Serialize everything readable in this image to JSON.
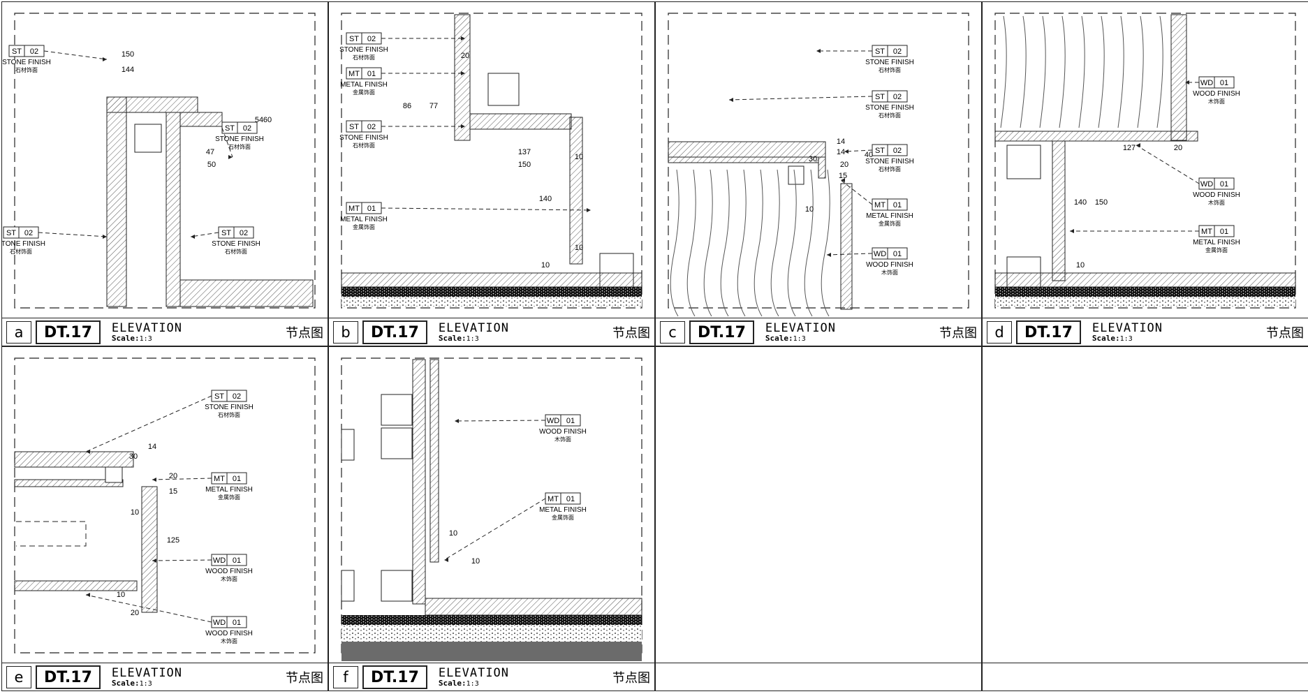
{
  "sheet": {
    "title_text": "ELEVATION",
    "scale_label": "Scale:",
    "scale_value": "1:3",
    "drawing_code": "DT.17",
    "cn_label": "节点图"
  },
  "panels": [
    {
      "id": "a",
      "letter": "a",
      "code": "DT.17",
      "title": "ELEVATION",
      "scale_label": "Scale:",
      "scale": "1:3",
      "cn": "节点图",
      "tags": [
        {
          "code": "ST",
          "num": "02",
          "text": "STONE FINISH",
          "cn": "石材饰面"
        },
        {
          "code": "ST",
          "num": "02",
          "text": "STONE FINISH",
          "cn": "石材饰面"
        },
        {
          "code": "ST",
          "num": "02",
          "text": "STONE FINISH",
          "cn": "石材饰面"
        },
        {
          "code": "ST",
          "num": "02",
          "text": "STONE FINISH",
          "cn": "石材饰面"
        }
      ],
      "dims": [
        "150",
        "144",
        "54",
        "60",
        "47",
        "50"
      ]
    },
    {
      "id": "b",
      "letter": "b",
      "code": "DT.17",
      "title": "ELEVATION",
      "scale_label": "Scale:",
      "scale": "1:3",
      "cn": "节点图",
      "tags": [
        {
          "code": "ST",
          "num": "02",
          "text": "STONE FINISH",
          "cn": "石材饰面"
        },
        {
          "code": "MT",
          "num": "01",
          "text": "METAL FINISH",
          "cn": "金属饰面"
        },
        {
          "code": "ST",
          "num": "02",
          "text": "STONE FINISH",
          "cn": "石材饰面"
        },
        {
          "code": "MT",
          "num": "01",
          "text": "METAL FINISH",
          "cn": "金属饰面"
        }
      ],
      "dims": [
        "20",
        "86",
        "77",
        "137",
        "150",
        "140",
        "10",
        "10",
        "10"
      ]
    },
    {
      "id": "c",
      "letter": "c",
      "code": "DT.17",
      "title": "ELEVATION",
      "scale_label": "Scale:",
      "scale": "1:3",
      "cn": "节点图",
      "tags": [
        {
          "code": "ST",
          "num": "02",
          "text": "STONE FINISH",
          "cn": "石材饰面"
        },
        {
          "code": "ST",
          "num": "02",
          "text": "STONE FINISH",
          "cn": "石材饰面"
        },
        {
          "code": "ST",
          "num": "02",
          "text": "STONE FINISH",
          "cn": "石材饰面"
        },
        {
          "code": "MT",
          "num": "01",
          "text": "METAL FINISH",
          "cn": "金属饰面"
        },
        {
          "code": "WD",
          "num": "01",
          "text": "WOOD FINISH",
          "cn": "木饰面"
        }
      ],
      "dims": [
        "30",
        "14",
        "14",
        "40",
        "20",
        "15",
        "10"
      ]
    },
    {
      "id": "d",
      "letter": "d",
      "code": "DT.17",
      "title": "ELEVATION",
      "scale_label": "Scale:",
      "scale": "1:3",
      "cn": "节点图",
      "tags": [
        {
          "code": "WD",
          "num": "01",
          "text": "WOOD FINISH",
          "cn": "木饰面"
        },
        {
          "code": "WD",
          "num": "01",
          "text": "WOOD FINISH",
          "cn": "木饰面"
        },
        {
          "code": "MT",
          "num": "01",
          "text": "METAL FINISH",
          "cn": "金属饰面"
        }
      ],
      "dims": [
        "127",
        "20",
        "140",
        "150",
        "10"
      ]
    },
    {
      "id": "e",
      "letter": "e",
      "code": "DT.17",
      "title": "ELEVATION",
      "scale_label": "Scale:",
      "scale": "1:3",
      "cn": "节点图",
      "tags": [
        {
          "code": "ST",
          "num": "02",
          "text": "STONE FINISH",
          "cn": "石材饰面"
        },
        {
          "code": "MT",
          "num": "01",
          "text": "METAL FINISH",
          "cn": "金属饰面"
        },
        {
          "code": "WD",
          "num": "01",
          "text": "WOOD FINISH",
          "cn": "木饰面"
        },
        {
          "code": "WD",
          "num": "01",
          "text": "WOOD FINISH",
          "cn": "木饰面"
        }
      ],
      "dims": [
        "30",
        "14",
        "20",
        "15",
        "10",
        "125",
        "10",
        "20"
      ]
    },
    {
      "id": "f",
      "letter": "f",
      "code": "DT.17",
      "title": "ELEVATION",
      "scale_label": "Scale:",
      "scale": "1:3",
      "cn": "节点图",
      "tags": [
        {
          "code": "WD",
          "num": "01",
          "text": "WOOD FINISH",
          "cn": "木饰面"
        },
        {
          "code": "MT",
          "num": "01",
          "text": "METAL FINISH",
          "cn": "金属饰面"
        }
      ],
      "dims": [
        "10",
        "10"
      ]
    }
  ],
  "colors": {
    "line": "#222222",
    "hatch": "#555555",
    "concrete": "#6b6b6b"
  }
}
